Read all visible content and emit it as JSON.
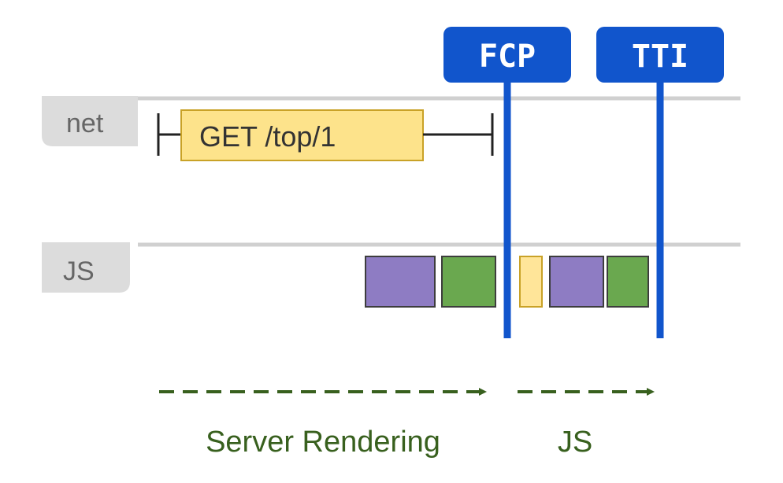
{
  "lanes": {
    "net": "net",
    "js": "JS"
  },
  "request": {
    "label": "GET /top/1"
  },
  "markers": {
    "fcp": "FCP",
    "tti": "TTI"
  },
  "phases": {
    "server": "Server Rendering",
    "js": "JS"
  },
  "colors": {
    "lane_label_bg": "#dcdcdc",
    "lane_line": "#d0d0d0",
    "request_fill": "#fde38b",
    "request_border": "#c9a227",
    "marker_blue": "#1155cc",
    "task_purple": "#8e7cc3",
    "task_green": "#6aa84f",
    "task_yellow": "#ffe599",
    "task_border": "#3d3d3d",
    "phase_green": "#38601e"
  },
  "js_tasks": [
    {
      "kind": "script-eval",
      "color_key": "task_purple"
    },
    {
      "kind": "script-exec",
      "color_key": "task_green"
    },
    {
      "kind": "parse",
      "color_key": "task_yellow"
    },
    {
      "kind": "script-eval",
      "color_key": "task_purple"
    },
    {
      "kind": "script-exec",
      "color_key": "task_green"
    }
  ]
}
